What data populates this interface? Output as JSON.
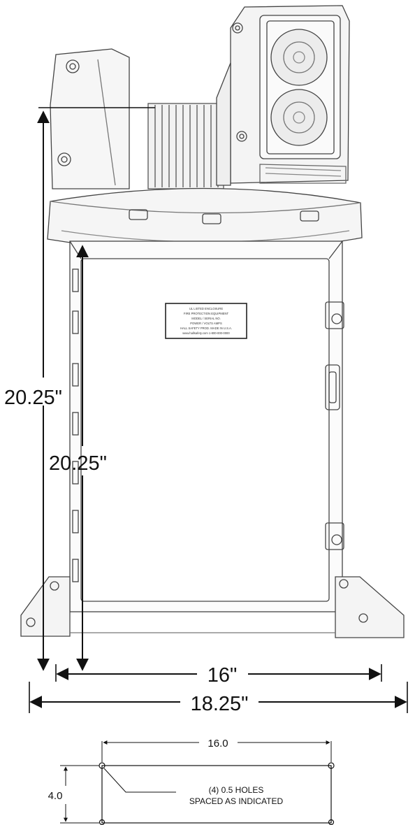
{
  "dimensions": {
    "overall_height": "20.25\"",
    "enclosure_height": "20.25\"",
    "inner_width": "16\"",
    "outer_width": "18.25\""
  },
  "hole_pattern": {
    "width": "16.0",
    "height": "4.0",
    "note_line1": "(4) 0.5 HOLES",
    "note_line2": "SPACED AS INDICATED"
  },
  "nameplate": {
    "lines": [
      "UL LISTED ENCLOSURE",
      "FIRE PROTECTION EQUIPMENT",
      "MODEL / SERIAL NO.",
      "POWER / VOLTS  AMPS",
      "HALL SAFETY PROD.  MADE IN U.S.A.",
      "www.hallsafety.com  1-800-000-0000"
    ]
  }
}
